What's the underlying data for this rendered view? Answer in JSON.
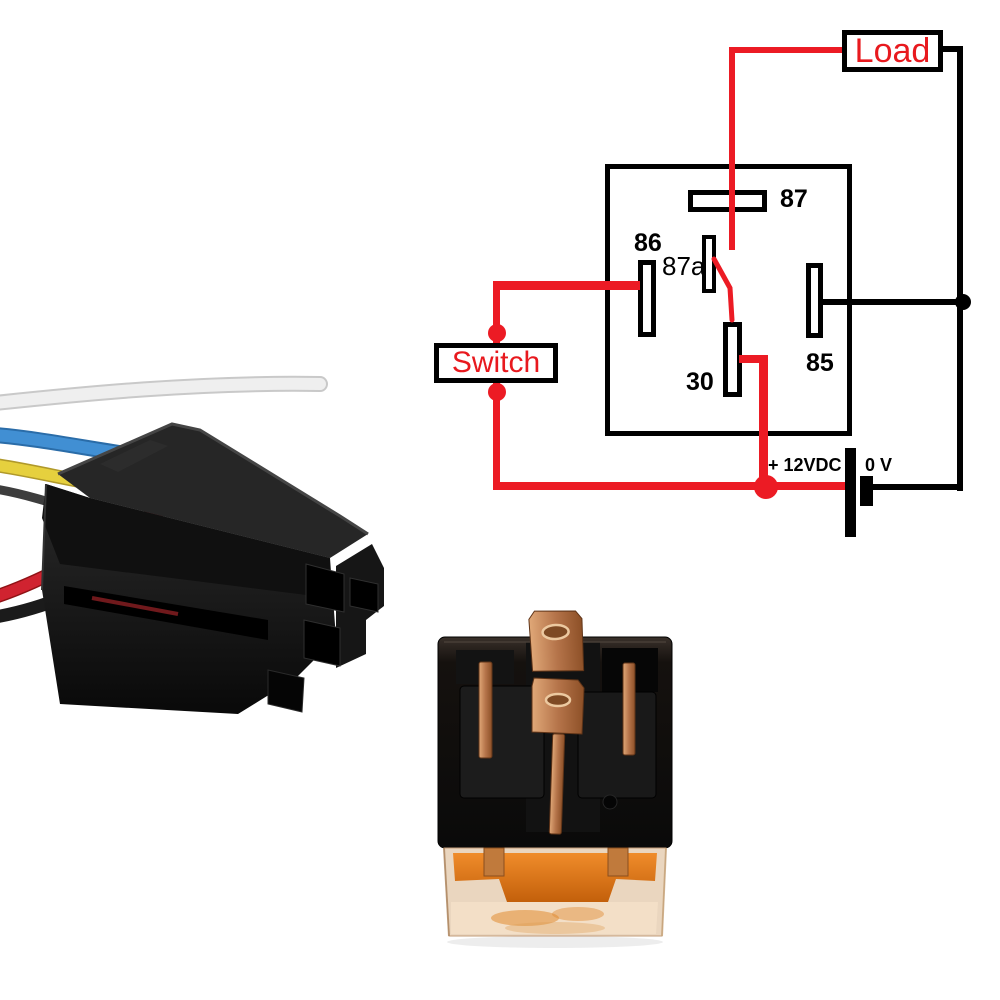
{
  "diagram": {
    "load_label": "Load",
    "switch_label": "Switch",
    "pin_87": "87",
    "pin_86": "86",
    "pin_87a": "87a",
    "pin_30": "30",
    "pin_85": "85",
    "supply_label": "+ 12VDC",
    "ground_label": "0 V",
    "hot_wire_color": "#ec1b24",
    "return_wire_color": "#000000"
  },
  "photos": {
    "socket_wire_colors": {
      "white": "#efefef",
      "blue": "#418fd3",
      "yellow": "#e6d03e",
      "red": "#d02330",
      "black": "#1b1b1b"
    },
    "relay": {
      "body_color": "#121212",
      "pin_color": "#c08557",
      "base_color": "#e0801f"
    }
  }
}
